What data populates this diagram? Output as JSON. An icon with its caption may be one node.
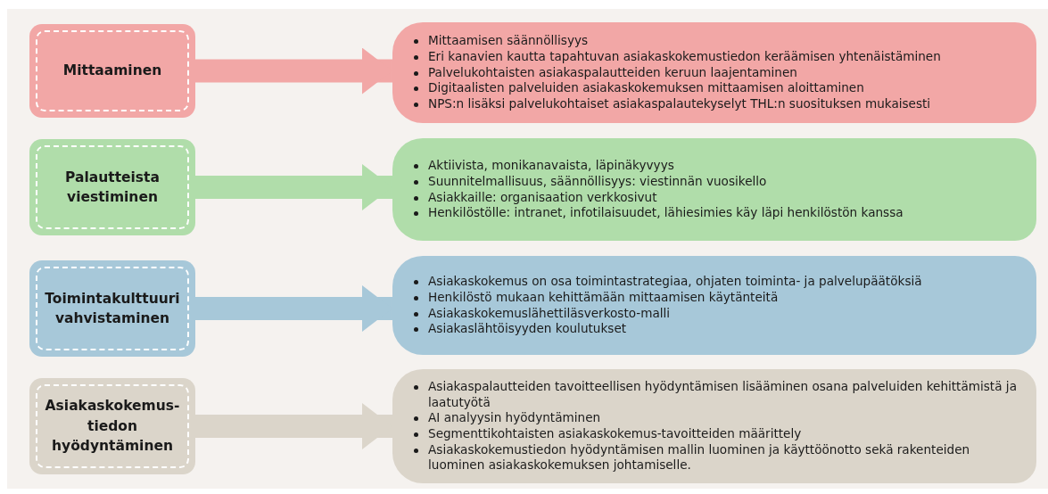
{
  "diagram": {
    "nodes": [
      {
        "text": [
          "Mittaaminen"
        ]
      },
      {
        "text": [
          "Mittaamisen säännöllisyys",
          "Eri kanavien kautta tapahtuvan asiakaskokemustiedon keräämisen yhtenäistäminen",
          "Palvelukohtaisten asiakaspalautteiden keruun laajentaminen",
          "Digitaalisten palveluiden asiakaskokemuksen mittaamisen aloittaminen",
          "NPS:n lisäksi palvelukohtaiset asiakaspalautekyselyt THL:n suosituksen mukaisesti"
        ]
      },
      {
        "text": [
          "Palautteista viestiminen"
        ]
      },
      {
        "text": [
          "Aktiivista, monikanavaista, läpinäkyvyys",
          "Suunnitelmallisuus, säännöllisyys: viestinnän vuosikello",
          "Asiakkaille:  organisaation verkkosivut",
          "Henkilöstölle: intranet, infotilaisuudet, lähiesimies käy läpi henkilöstön kanssa"
        ]
      },
      {
        "text": [
          "Toimintakulttuuri vahvistaminen"
        ]
      },
      {
        "text": [
          "Asiakaskokemus on osa toimintastrategiaa, ohjaten toiminta- ja palvelupäätöksiä",
          "Henkilöstö mukaan kehittämään mittaamisen käytänteitä",
          "Asiakaskokemuslähettiläsverkosto-malli",
          "Asiakaslähtöisyyden koulutukset"
        ]
      },
      {
        "text": [
          "Asiakaskokemus- tiedon hyödyntäminen"
        ]
      },
      {
        "text": [
          "Asiakaspalautteiden tavoitteellisen hyödyntämisen lisääminen osana palveluiden kehittämistä ja laatutyötä",
          "AI analyysin hyödyntäminen",
          "Segmenttikohtaisten asiakaskokemus-tavoitteiden määrittely",
          "Asiakaskokemustiedon hyödyntämisen mallin luominen ja käyttöönotto sekä rakenteiden  luominen asiakaskokemuksen johtamiselle."
        ]
      }
    ],
    "edges": [
      {
        "from": 0,
        "to": 1,
        "arrow": "to",
        "color": "#f2a7a6"
      },
      {
        "from": 2,
        "to": 3,
        "arrow": "to",
        "color": "#b0ddaa"
      },
      {
        "from": 4,
        "to": 5,
        "arrow": "to",
        "color": "#a7c8d9"
      },
      {
        "from": 6,
        "to": 7,
        "arrow": "to",
        "color": "#dbd5ca"
      }
    ]
  }
}
